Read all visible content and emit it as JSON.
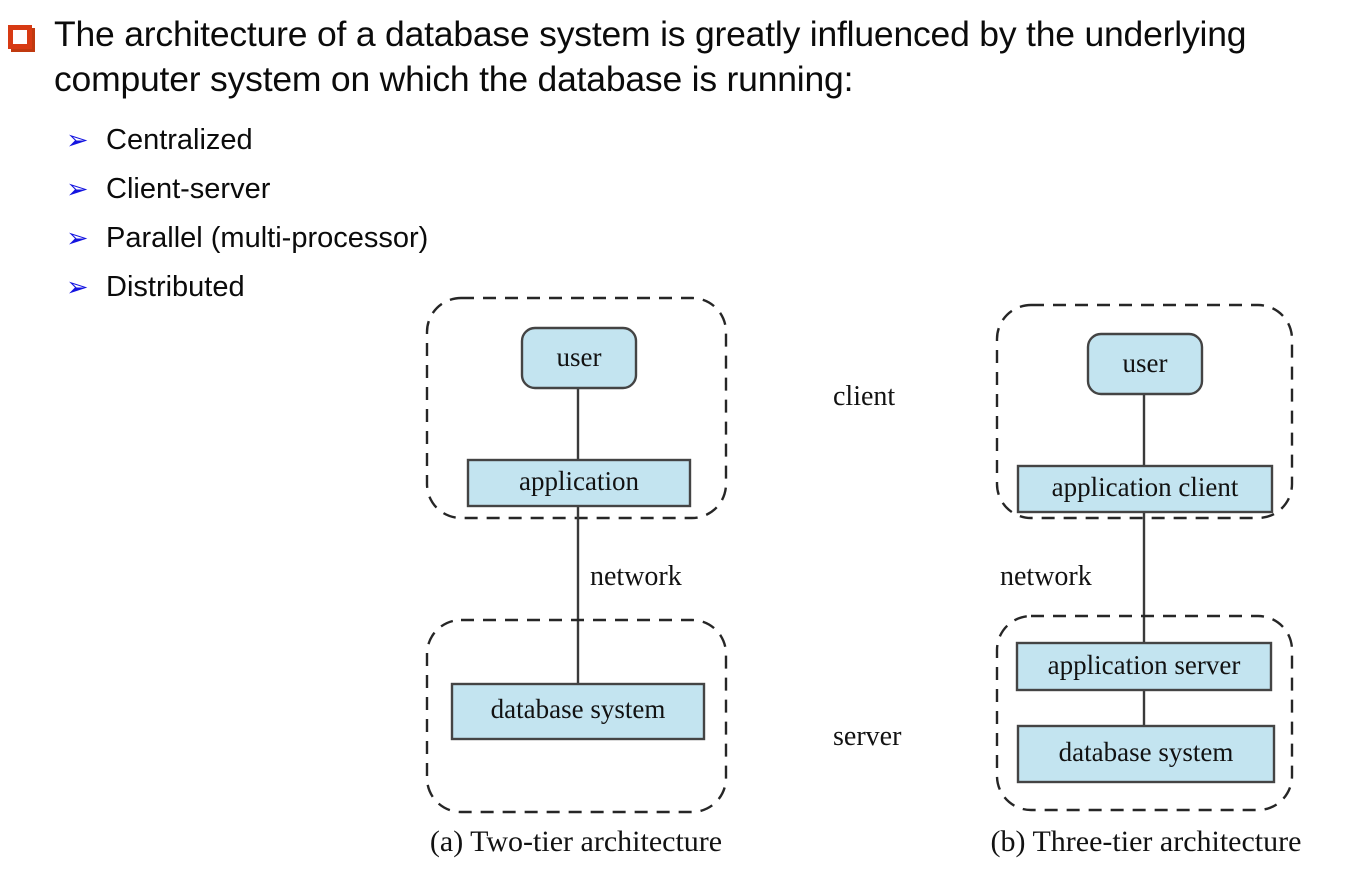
{
  "slide": {
    "heading": "The architecture of a database system is greatly influenced by the underlying computer system on which the database is running:",
    "bullet_marker_color": "#D73A13",
    "sub_bullet_color": "#1414E0",
    "sub_bullet_glyph": "➢",
    "sub_items": [
      {
        "label": "Centralized"
      },
      {
        "label": "Client-server"
      },
      {
        "label": "Parallel (multi-processor)"
      },
      {
        "label": "Distributed"
      }
    ]
  },
  "figure": {
    "node_fill": "#C3E4F0",
    "node_stroke": "#444444",
    "tier_labels": {
      "client": "client",
      "server": "server"
    },
    "two_tier": {
      "caption": "(a) Two-tier architecture",
      "network_label": "network",
      "nodes": [
        {
          "id": "user",
          "label": "user",
          "shape": "rounded"
        },
        {
          "id": "application",
          "label": "application",
          "shape": "rect"
        },
        {
          "id": "database-system",
          "label": "database system",
          "shape": "rect"
        }
      ]
    },
    "three_tier": {
      "caption": "(b) Three-tier architecture",
      "network_label": "network",
      "nodes": [
        {
          "id": "user",
          "label": "user",
          "shape": "rounded"
        },
        {
          "id": "application-client",
          "label": "application client",
          "shape": "rect"
        },
        {
          "id": "application-server",
          "label": "application server",
          "shape": "rect"
        },
        {
          "id": "database-system",
          "label": "database system",
          "shape": "rect"
        }
      ]
    }
  }
}
